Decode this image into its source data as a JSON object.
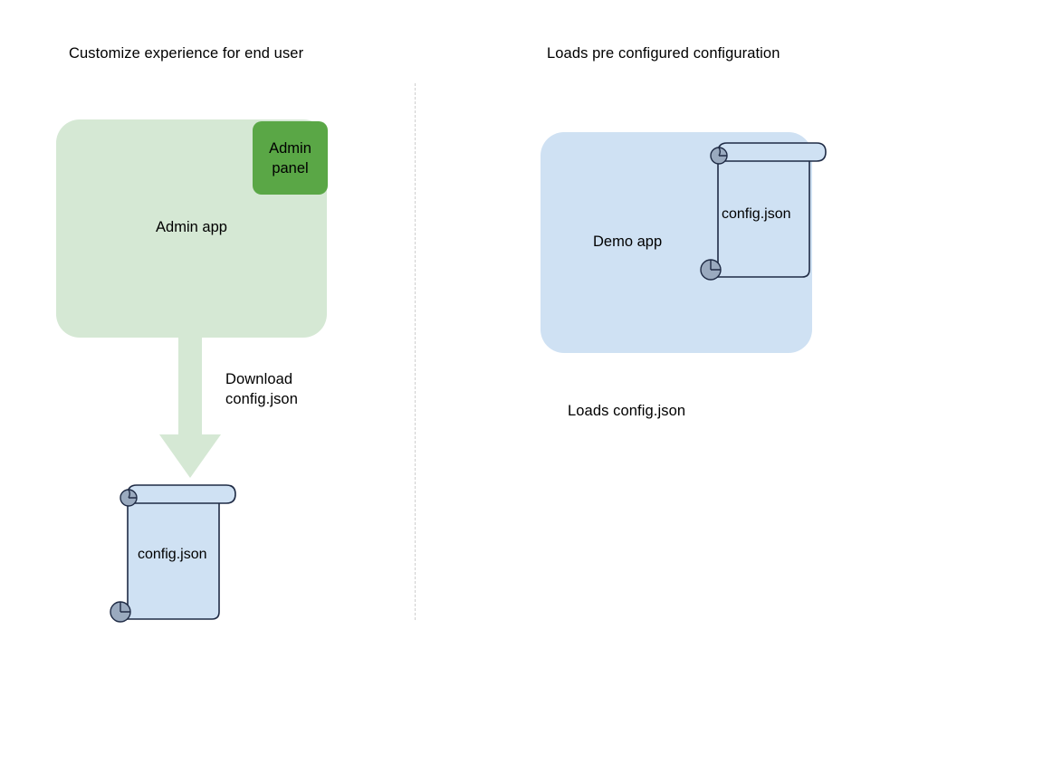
{
  "diagram": {
    "background": "#ffffff",
    "titles": {
      "left": "Customize experience for end user",
      "right": "Loads pre configured configuration"
    },
    "left_panel": {
      "app": {
        "label": "Admin app",
        "fill": "#d5e8d4"
      },
      "admin_panel": {
        "label": "Admin\npanel",
        "line1": "Admin",
        "line2": "panel",
        "fill": "#5aa746"
      },
      "arrow": {
        "label_line1": "Download",
        "label_line2": "config.json",
        "fill": "#d5e8d4",
        "direction": "down"
      },
      "document": {
        "label": "config.json",
        "fill": "#cfe1f3",
        "stroke": "#1f2b45",
        "curl_fill": "#9aaabf"
      }
    },
    "right_panel": {
      "app": {
        "label": "Demo app",
        "fill": "#cfe1f3"
      },
      "document": {
        "label": "config.json",
        "fill": "#cfe1f3",
        "stroke": "#1f2b45",
        "curl_fill": "#9aaabf"
      },
      "caption": "Loads config.json"
    },
    "divider": {
      "style": "dashed",
      "color": "#cfcfcf"
    }
  }
}
